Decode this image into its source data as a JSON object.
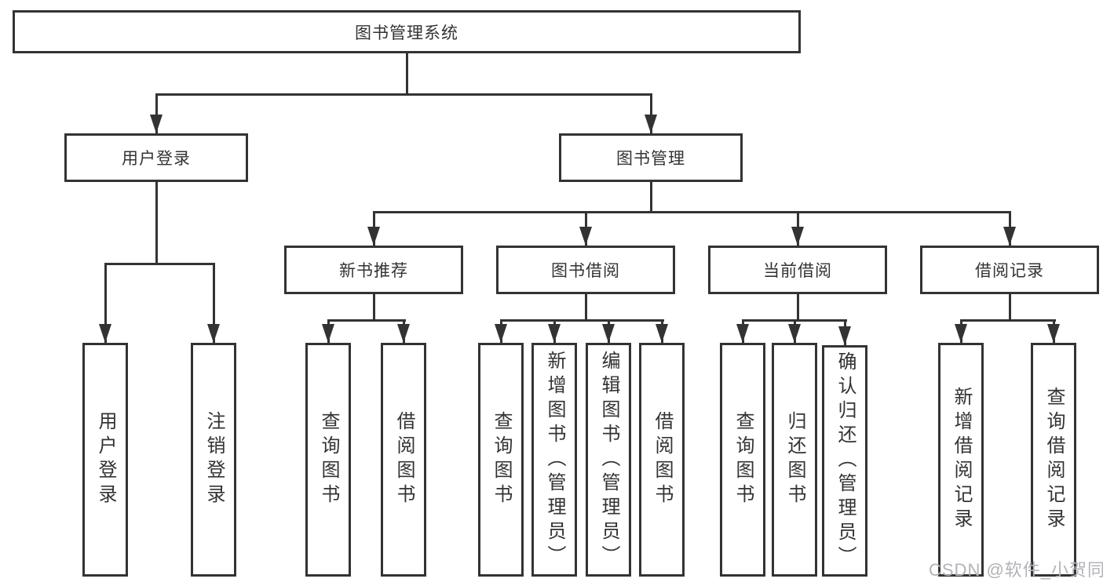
{
  "nodes": {
    "root": "图书管理系统",
    "user_login": "用户登录",
    "book_management": "图书管理",
    "new_book_recommend": "新书推荐",
    "book_borrowing": "图书借阅",
    "current_borrowing": "当前借阅",
    "borrowing_records": "借阅记录",
    "user_login_leaf": "用户登录",
    "logout": "注销登录",
    "query_books_1": "查询图书",
    "borrow_books_1": "借阅图书",
    "query_books_2": "查询图书",
    "add_books_admin": "新增图书（管理员）",
    "edit_books_admin": "编辑图书（管理员）",
    "borrow_books_2": "借阅图书",
    "query_books_3": "查询图书",
    "return_books": "归还图书",
    "confirm_return_admin": "确认归还（管理员）",
    "add_borrow_record": "新增借阅记录",
    "query_borrow_record": "查询借阅记录"
  },
  "hierarchy": {
    "root": [
      "user_login",
      "book_management"
    ],
    "user_login": [
      "user_login_leaf",
      "logout"
    ],
    "book_management": [
      "new_book_recommend",
      "book_borrowing",
      "current_borrowing",
      "borrowing_records"
    ],
    "new_book_recommend": [
      "query_books_1",
      "borrow_books_1"
    ],
    "book_borrowing": [
      "query_books_2",
      "add_books_admin",
      "edit_books_admin",
      "borrow_books_2"
    ],
    "current_borrowing": [
      "query_books_3",
      "return_books",
      "confirm_return_admin"
    ],
    "borrowing_records": [
      "add_borrow_record",
      "query_borrow_record"
    ]
  },
  "watermark": {
    "text": "CSDN @软件_小贺同学"
  },
  "colors": {
    "line": "#333333",
    "border": "#333333",
    "text": "#333333",
    "watermark": "#b3b3b8",
    "background": "#ffffff"
  }
}
